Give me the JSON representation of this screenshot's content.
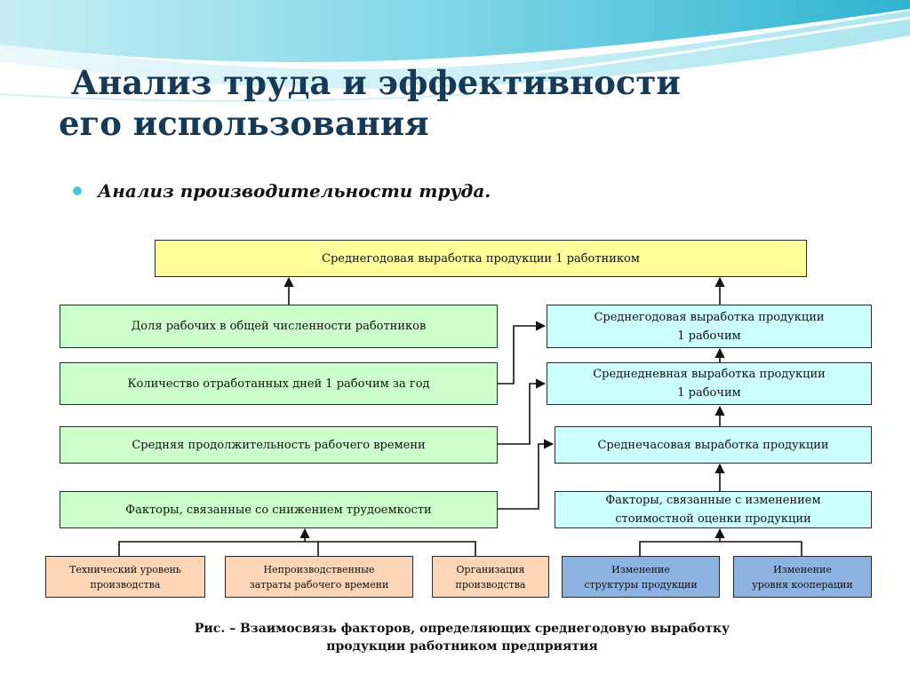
{
  "slide": {
    "title": "Анализ труда и эффективности его использования",
    "bullet": "Анализ производительности труда."
  },
  "diagram": {
    "top_box": "Среднегодовая выработка продукции 1 работником",
    "left": [
      "Доля рабочих в общей численности работников",
      "Количество отработанных дней 1 рабочим за год",
      "Средняя продолжительность рабочего времени",
      "Факторы, связанные со снижением трудоемкости"
    ],
    "right": [
      "Среднегодовая выработка продукции\n1 рабочим",
      "Среднедневная выработка продукции\n1 рабочим",
      "Среднечасовая выработка продукции",
      "Факторы, связанные с изменением\nстоимостной оценки продукции"
    ],
    "bottom_orange": [
      "Технический уровень\nпроизводства",
      "Непроизводственные\nзатраты рабочего времени",
      "Организация\nпроизводства"
    ],
    "bottom_blue": [
      "Изменение\nструктуры продукции",
      "Изменение\nуровня кооперации"
    ],
    "colors": {
      "top": "#ffff99",
      "left": "#ccffcc",
      "right": "#ccffff",
      "orange": "#fbd5b5",
      "blue": "#8db3e2"
    }
  },
  "caption": "Рис. – Взаимосвязь факторов, определяющих среднегодовую выработку\nпродукции работником предприятия"
}
